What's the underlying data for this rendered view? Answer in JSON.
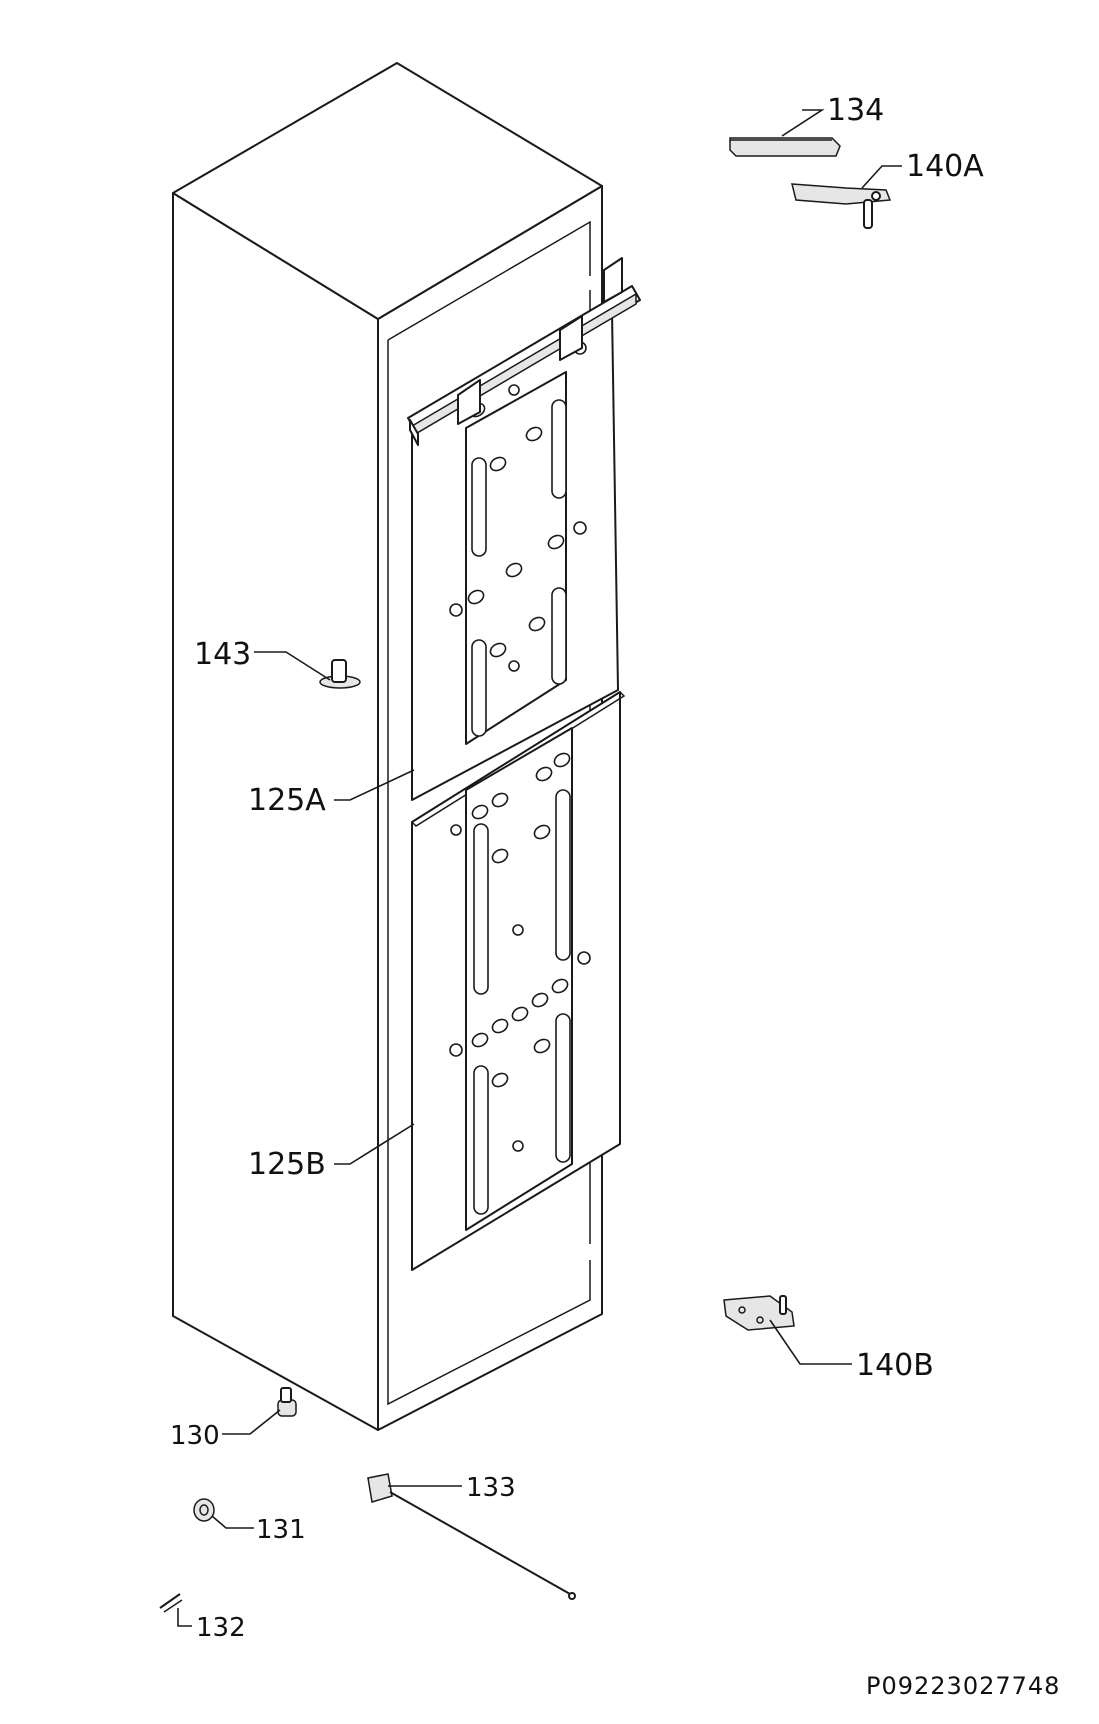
{
  "diagram": {
    "reference_code": "P09223027748",
    "labels": {
      "l134": "134",
      "l140A": "140A",
      "l143": "143",
      "l125A": "125A",
      "l125B": "125B",
      "l140B": "140B",
      "l130": "130",
      "l133": "133",
      "l131": "131",
      "l132": "132"
    }
  }
}
